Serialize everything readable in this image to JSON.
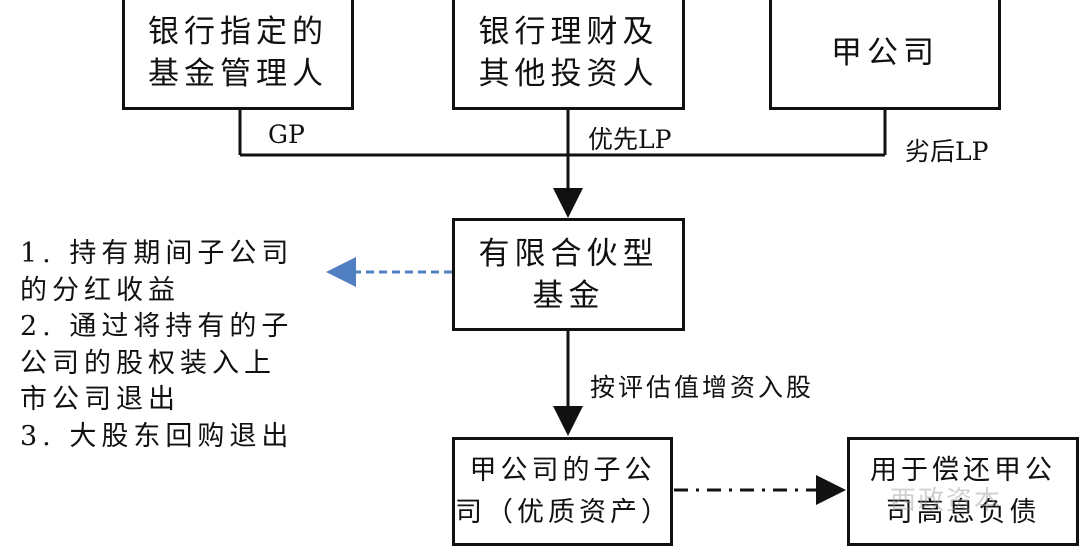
{
  "boxes": {
    "gp_manager": [
      "银行指定的",
      "基金管理人"
    ],
    "bank_investors": [
      "银行理财及",
      "其他投资人"
    ],
    "company_a": [
      "甲公司"
    ],
    "lp_fund": [
      "有限合伙型",
      "基金"
    ],
    "subsidiary": [
      "甲公司的子公",
      "司（优质资产）"
    ],
    "repay": [
      "用于偿还甲公",
      "司高息负债"
    ]
  },
  "labels": {
    "gp": "GP",
    "senior_lp": "优先LP",
    "junior_lp": "劣后LP",
    "capital_increase": "按评估值增资入股"
  },
  "exit_notes": [
    "1. 持有期间子公司",
    "的分红收益",
    "2. 通过将持有的子",
    "公司的股权装入上",
    "市公司退出",
    "3. 大股东回购退出"
  ],
  "watermark": "西政资本",
  "colors": {
    "line": "#111111",
    "dashed_arrow": "#4f7fc0"
  }
}
